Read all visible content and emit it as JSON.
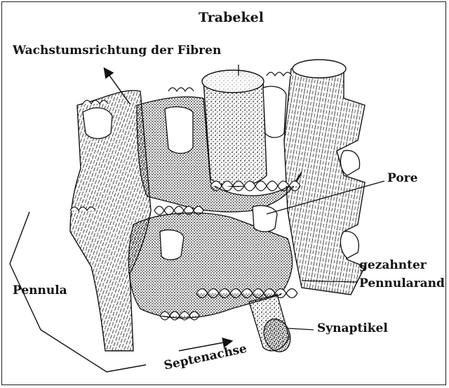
{
  "title": "Trabekel",
  "labels": {
    "growth_direction": "Wachstumsrichtung der Fibren",
    "pore": "Pore",
    "toothed_edge_line1": "gezahnter",
    "toothed_edge_line2": "Pennularand",
    "pennula": "Pennula",
    "synapticle": "Synaptikel",
    "septal_axis": "Septenachse"
  },
  "colors": {
    "ink": "#111111",
    "background": "#ffffff"
  }
}
